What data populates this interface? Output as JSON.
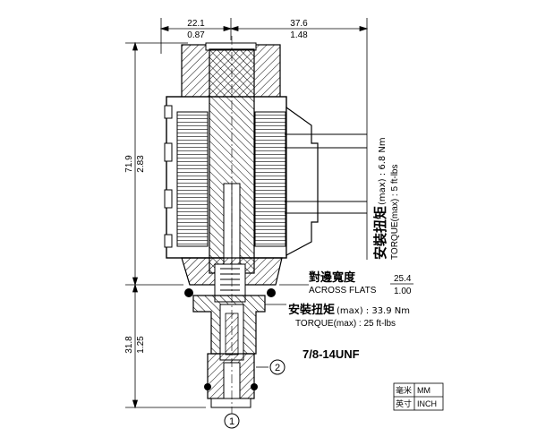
{
  "dimensions": {
    "top_left_mm": "22.1",
    "top_left_in": "0.87",
    "top_right_mm": "37.6",
    "top_right_in": "1.48",
    "left_upper_mm": "71.9",
    "left_upper_in": "2.83",
    "left_lower_mm": "31.8",
    "left_lower_in": "1.25"
  },
  "coil_torque": {
    "label_cn": "安裝扭矩",
    "label_cn_suffix": "(max) : 6.8 Nm",
    "label_en": "TORQUE(max) : 5 ft-lbs"
  },
  "across_flats": {
    "label_cn": "對邊寬度",
    "label_en": "ACROSS FLATS",
    "value_mm": "25.4",
    "value_in": "1.00"
  },
  "body_torque": {
    "label_cn": "安裝扭矩",
    "label_cn_suffix": "(max) : 33.9 Nm",
    "label_en": "TORQUE(max) : 25 ft-lbs"
  },
  "thread": "7/8-14UNF",
  "ports": {
    "port1": "1",
    "port2": "2"
  },
  "units_legend": {
    "row1_cn": "毫米",
    "row1_unit": "MM",
    "row2_cn": "英寸",
    "row2_unit": "INCH"
  }
}
